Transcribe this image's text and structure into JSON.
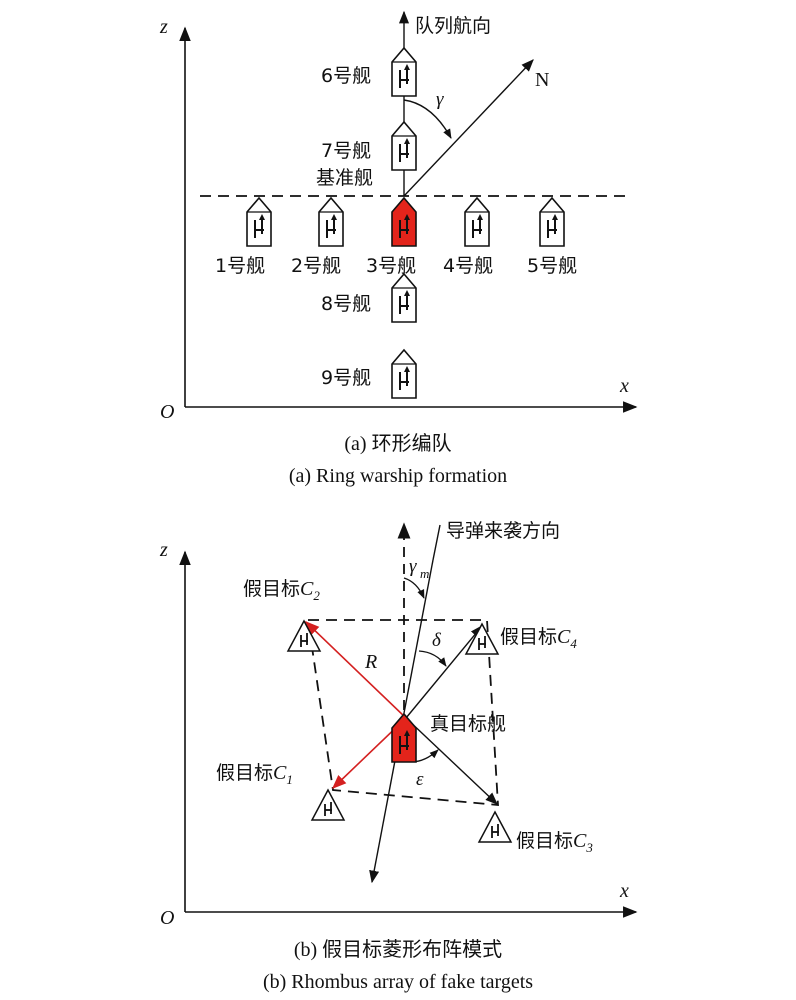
{
  "panel_a": {
    "axis_z": "z",
    "axis_x": "x",
    "origin": "O",
    "heading_label": "队列航向",
    "north_label": "N",
    "angle_label": "γ",
    "base_ship_label": "基准舰",
    "ships": {
      "s1": "1号舰",
      "s2": "2号舰",
      "s3": "3号舰",
      "s4": "4号舰",
      "s5": "5号舰",
      "s6": "6号舰",
      "s7": "7号舰",
      "s8": "8号舰",
      "s9": "9号舰"
    },
    "caption_cn": "(a) 环形编队",
    "caption_en": "(a) Ring warship formation"
  },
  "panel_b": {
    "axis_z": "z",
    "axis_x": "x",
    "origin": "O",
    "missile_label": "导弹来袭方向",
    "gamma_main": "γ",
    "gamma_sub": "m",
    "delta_label": "δ",
    "epsilon_label": "ε",
    "radius_label": "R",
    "true_target_label": "真目标舰",
    "fake_prefix": "假目标",
    "fake_letter": "C",
    "fake_subs": {
      "c1": "1",
      "c2": "2",
      "c3": "3",
      "c4": "4"
    },
    "caption_cn": "(b) 假目标菱形布阵模式",
    "caption_en": "(b) Rhombus array of fake targets"
  },
  "colors": {
    "highlight_ship": "#e3241b",
    "red_arrow": "#d42020",
    "line": "#111111"
  }
}
